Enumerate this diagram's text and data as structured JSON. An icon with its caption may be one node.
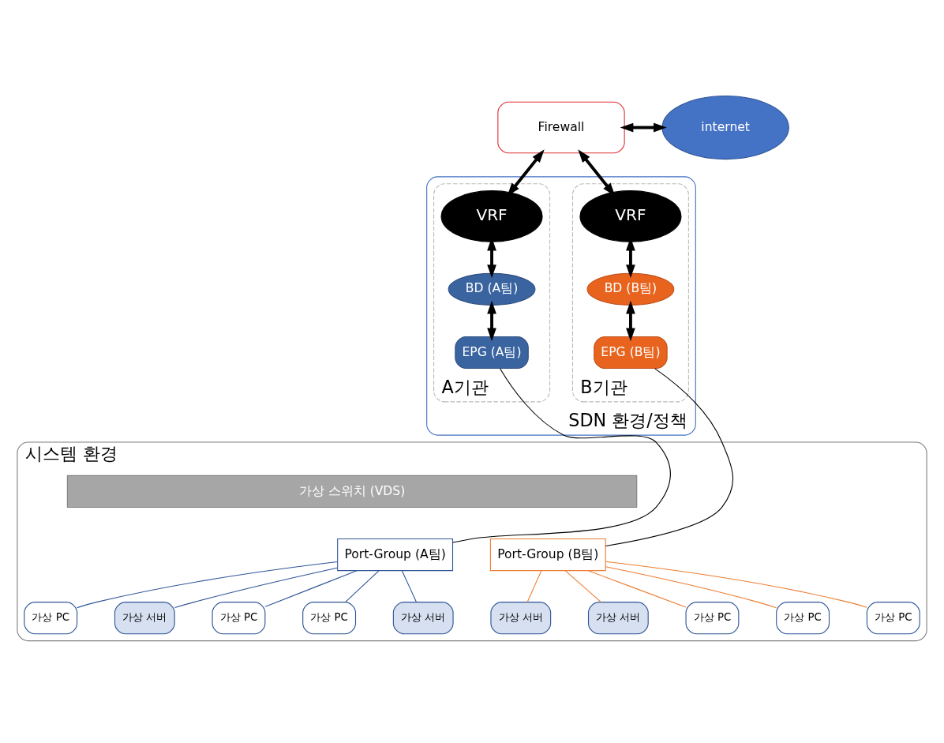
{
  "diagram": {
    "nodes": [
      {
        "text": [
          "SDN 환경/정책"
        ]
      },
      {
        "text": [
          "A기관"
        ],
        "in": 0
      },
      {
        "text": [
          "VRF"
        ],
        "in": 1
      },
      {
        "text": [
          "BD (A팀)"
        ],
        "in": 1
      },
      {
        "text": [
          "EPG (A팀)"
        ],
        "in": 1
      },
      {
        "text": [
          "B기관"
        ],
        "in": 0
      },
      {
        "text": [
          "VRF"
        ],
        "in": 5
      },
      {
        "text": [
          "BD (B팀)"
        ],
        "in": 5
      },
      {
        "text": [
          "EPG (B팀)"
        ],
        "in": 5
      },
      {
        "text": [
          "Firewall"
        ]
      },
      {
        "text": [
          "internet"
        ]
      },
      {
        "text": [
          "시스템 환경"
        ]
      },
      {
        "text": [
          "가상 스위치 (VDS)"
        ],
        "in": 11
      },
      {
        "text": [
          "Port-Group (A팀)"
        ],
        "in": 11
      },
      {
        "text": [
          "Port-Group (B팀)"
        ],
        "in": 11
      },
      {
        "text": [
          "가상 PC"
        ],
        "in": 11
      },
      {
        "text": [
          "가상 PC"
        ],
        "in": 11
      },
      {
        "text": [
          "가상 PC"
        ],
        "in": 11
      },
      {
        "text": [
          "가상 서버"
        ],
        "in": 11
      },
      {
        "text": [
          "가상 서버"
        ],
        "in": 11
      },
      {
        "text": [
          "가상 서버"
        ],
        "in": 11
      },
      {
        "text": [
          "가상 서버"
        ],
        "in": 11
      },
      {
        "text": [
          "가상 PC"
        ],
        "in": 11
      },
      {
        "text": [
          "가상 PC"
        ],
        "in": 11
      },
      {
        "text": [
          "가상 PC"
        ],
        "in": 11
      }
    ],
    "edges": [
      {
        "from": 9,
        "to": 2,
        "arrow": "both",
        "style": "thick"
      },
      {
        "from": 9,
        "to": 6,
        "arrow": "both",
        "style": "thick"
      },
      {
        "from": 9,
        "to": 10,
        "arrow": "both",
        "style": "thick"
      },
      {
        "from": 2,
        "to": 3,
        "arrow": "both",
        "style": "thick"
      },
      {
        "from": 3,
        "to": 4,
        "arrow": "both",
        "style": "thick"
      },
      {
        "from": 6,
        "to": 7,
        "arrow": "both",
        "style": "thick"
      },
      {
        "from": 7,
        "to": 8,
        "arrow": "both",
        "style": "thick"
      },
      {
        "from": 4,
        "to": 13,
        "arrow": "none"
      },
      {
        "from": 8,
        "to": 14,
        "arrow": "none"
      },
      {
        "from": 13,
        "to": 15,
        "arrow": "none",
        "color": "#2f5597"
      },
      {
        "from": 13,
        "to": 16,
        "arrow": "none",
        "color": "#2f5597"
      },
      {
        "from": 13,
        "to": 17,
        "arrow": "none",
        "color": "#2f5597"
      },
      {
        "from": 13,
        "to": 19,
        "arrow": "none",
        "color": "#2f5597"
      },
      {
        "from": 13,
        "to": 21,
        "arrow": "none",
        "color": "#2f5597"
      },
      {
        "from": 14,
        "to": 18,
        "arrow": "none",
        "color": "#ed7d31"
      },
      {
        "from": 14,
        "to": 20,
        "arrow": "none",
        "color": "#ed7d31"
      },
      {
        "from": 14,
        "to": 22,
        "arrow": "none",
        "color": "#ed7d31"
      },
      {
        "from": 14,
        "to": 23,
        "arrow": "none",
        "color": "#ed7d31"
      },
      {
        "from": 14,
        "to": 24,
        "arrow": "none",
        "color": "#ed7d31"
      }
    ]
  }
}
